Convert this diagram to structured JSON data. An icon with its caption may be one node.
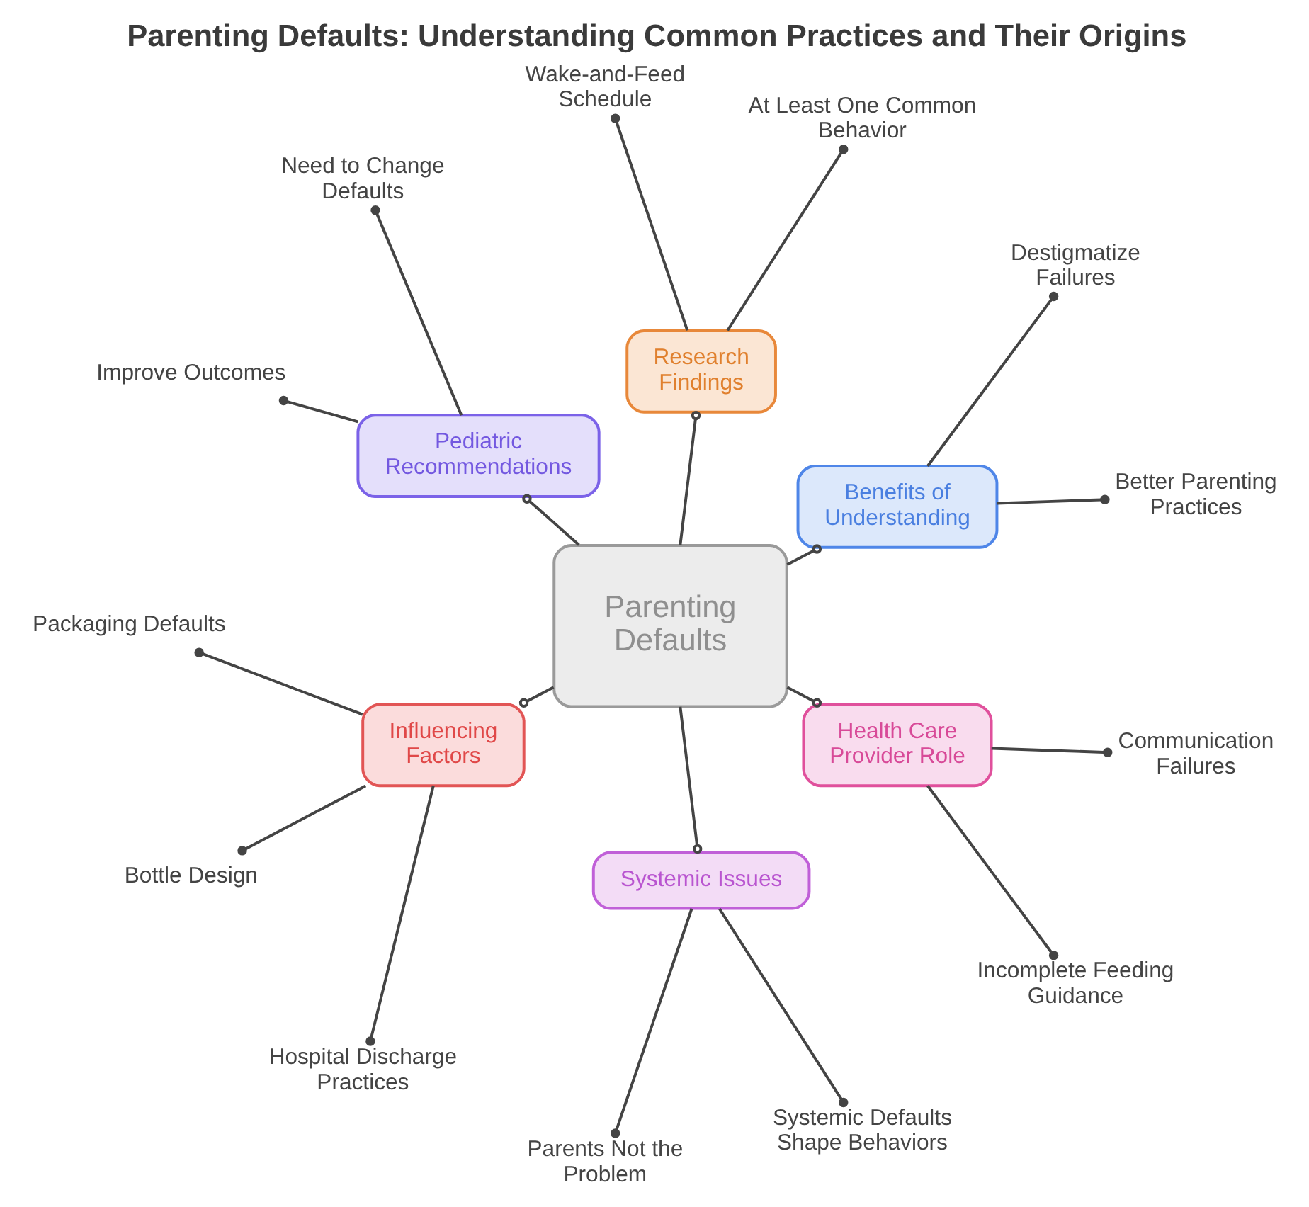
{
  "diagram": {
    "title": "Parenting Defaults: Understanding Common Practices and Their Origins",
    "nodes": [
      {
        "text": [
          "Parenting Defaults"
        ]
      },
      {
        "text": [
          "Benefits of Understanding"
        ]
      },
      {
        "text": [
          "Better Parenting Practices"
        ]
      },
      {
        "text": [
          "Destigmatize Failures"
        ]
      },
      {
        "text": [
          "Research Findings"
        ]
      },
      {
        "text": [
          "At Least One Common Behavior"
        ]
      },
      {
        "text": [
          "Wake-and-Feed Schedule"
        ]
      },
      {
        "text": [
          "Pediatric Recommendations"
        ]
      },
      {
        "text": [
          "Need to Change Defaults"
        ]
      },
      {
        "text": [
          "Improve Outcomes"
        ]
      },
      {
        "text": [
          "Influencing Factors"
        ]
      },
      {
        "text": [
          "Packaging Defaults"
        ]
      },
      {
        "text": [
          "Bottle Design"
        ]
      },
      {
        "text": [
          "Hospital Discharge Practices"
        ]
      },
      {
        "text": [
          "Systemic Issues"
        ]
      },
      {
        "text": [
          "Parents Not the Problem"
        ]
      },
      {
        "text": [
          "Systemic Defaults Shape Behaviors"
        ]
      },
      {
        "text": [
          "Health Care Provider Role"
        ]
      },
      {
        "text": [
          "Incomplete Feeding Guidance"
        ]
      },
      {
        "text": [
          "Communication Failures"
        ]
      }
    ],
    "edges": [
      {
        "from": 0,
        "to": 1,
        "arrow": "other"
      },
      {
        "from": 1,
        "to": 2,
        "arrow": "other"
      },
      {
        "from": 1,
        "to": 3,
        "arrow": "other"
      },
      {
        "from": 0,
        "to": 4,
        "arrow": "other"
      },
      {
        "from": 4,
        "to": 5,
        "arrow": "other"
      },
      {
        "from": 4,
        "to": 6,
        "arrow": "other"
      },
      {
        "from": 0,
        "to": 7,
        "arrow": "other"
      },
      {
        "from": 7,
        "to": 8,
        "arrow": "other"
      },
      {
        "from": 7,
        "to": 9,
        "arrow": "other"
      },
      {
        "from": 0,
        "to": 10,
        "arrow": "other"
      },
      {
        "from": 10,
        "to": 11,
        "arrow": "other"
      },
      {
        "from": 10,
        "to": 12,
        "arrow": "other"
      },
      {
        "from": 10,
        "to": 13,
        "arrow": "other"
      },
      {
        "from": 0,
        "to": 14,
        "arrow": "other"
      },
      {
        "from": 14,
        "to": 15,
        "arrow": "other"
      },
      {
        "from": 14,
        "to": 16,
        "arrow": "other"
      },
      {
        "from": 0,
        "to": 17,
        "arrow": "other"
      },
      {
        "from": 17,
        "to": 18,
        "arrow": "other"
      },
      {
        "from": 17,
        "to": 19,
        "arrow": "other"
      }
    ]
  }
}
